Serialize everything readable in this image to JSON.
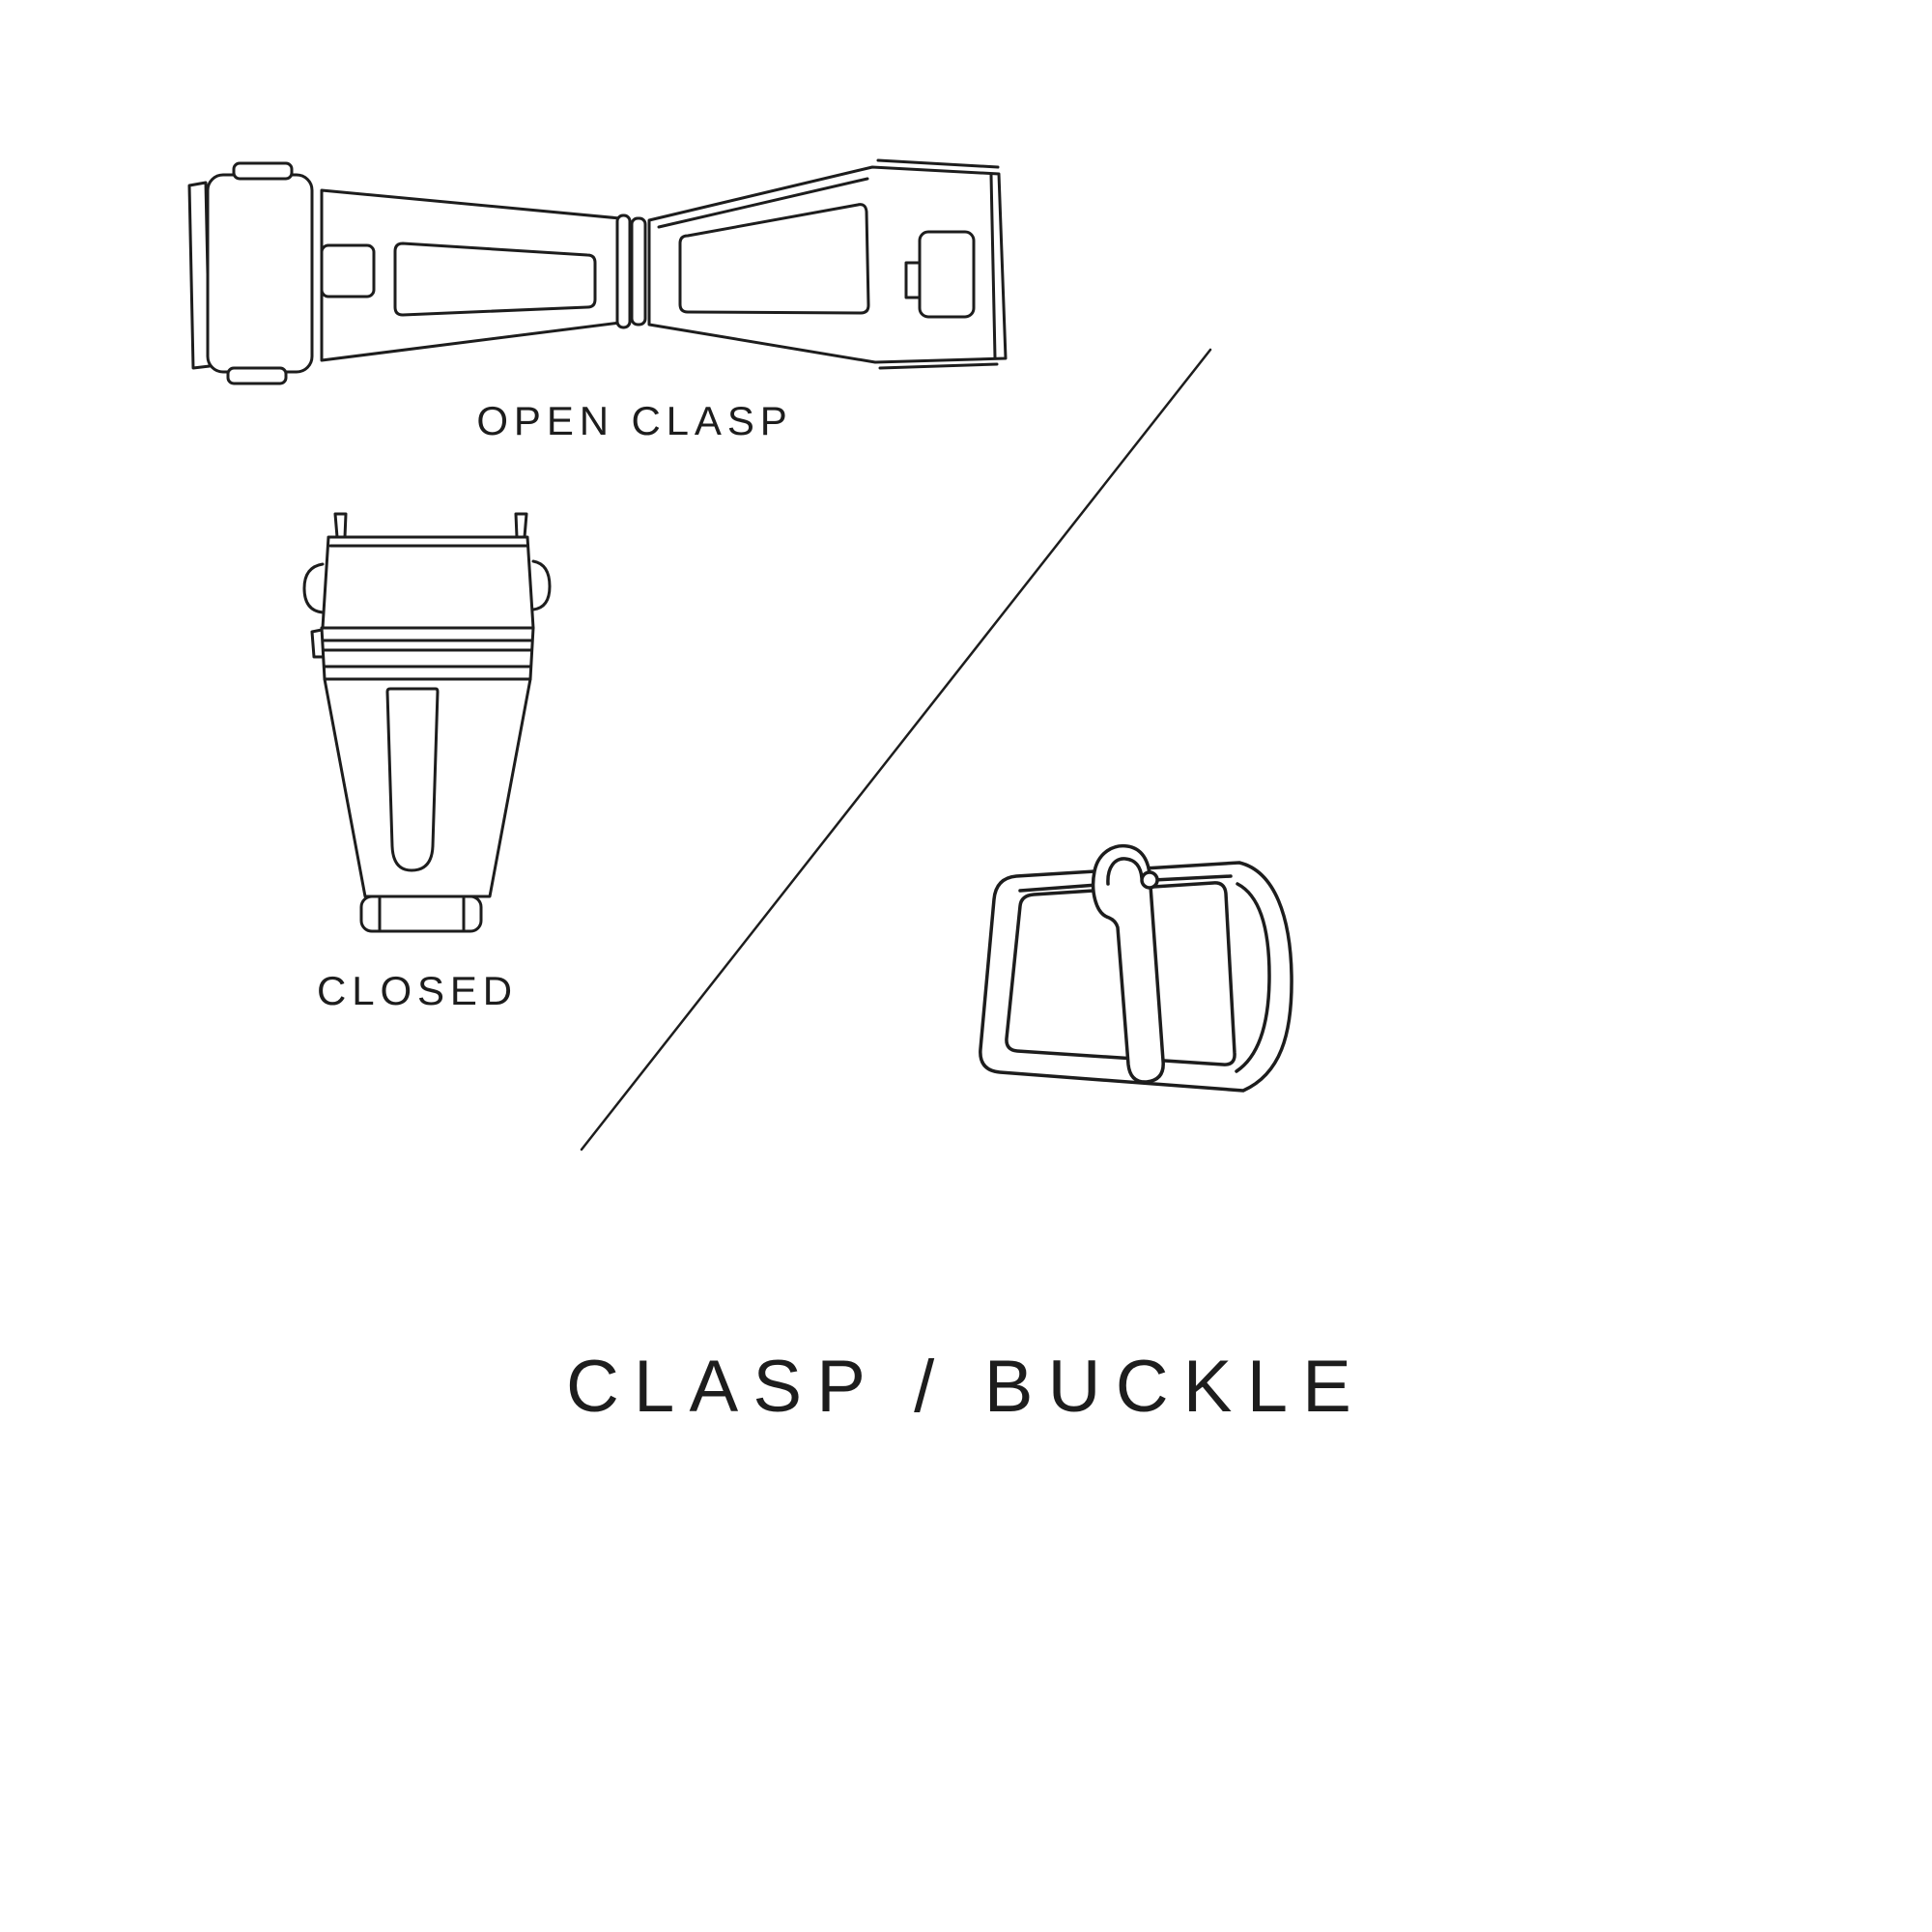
{
  "title": "CLASP / BUCKLE",
  "labels": {
    "open_clasp": "OPEN CLASP",
    "closed": "CLOSED"
  },
  "colors": {
    "ink": "#1d1d1d",
    "background": "#ffffff"
  },
  "icons": {
    "open_clasp": "open-clasp-illustration",
    "closed_clasp": "closed-clasp-illustration",
    "buckle": "buckle-illustration",
    "divider": "divider-line"
  }
}
